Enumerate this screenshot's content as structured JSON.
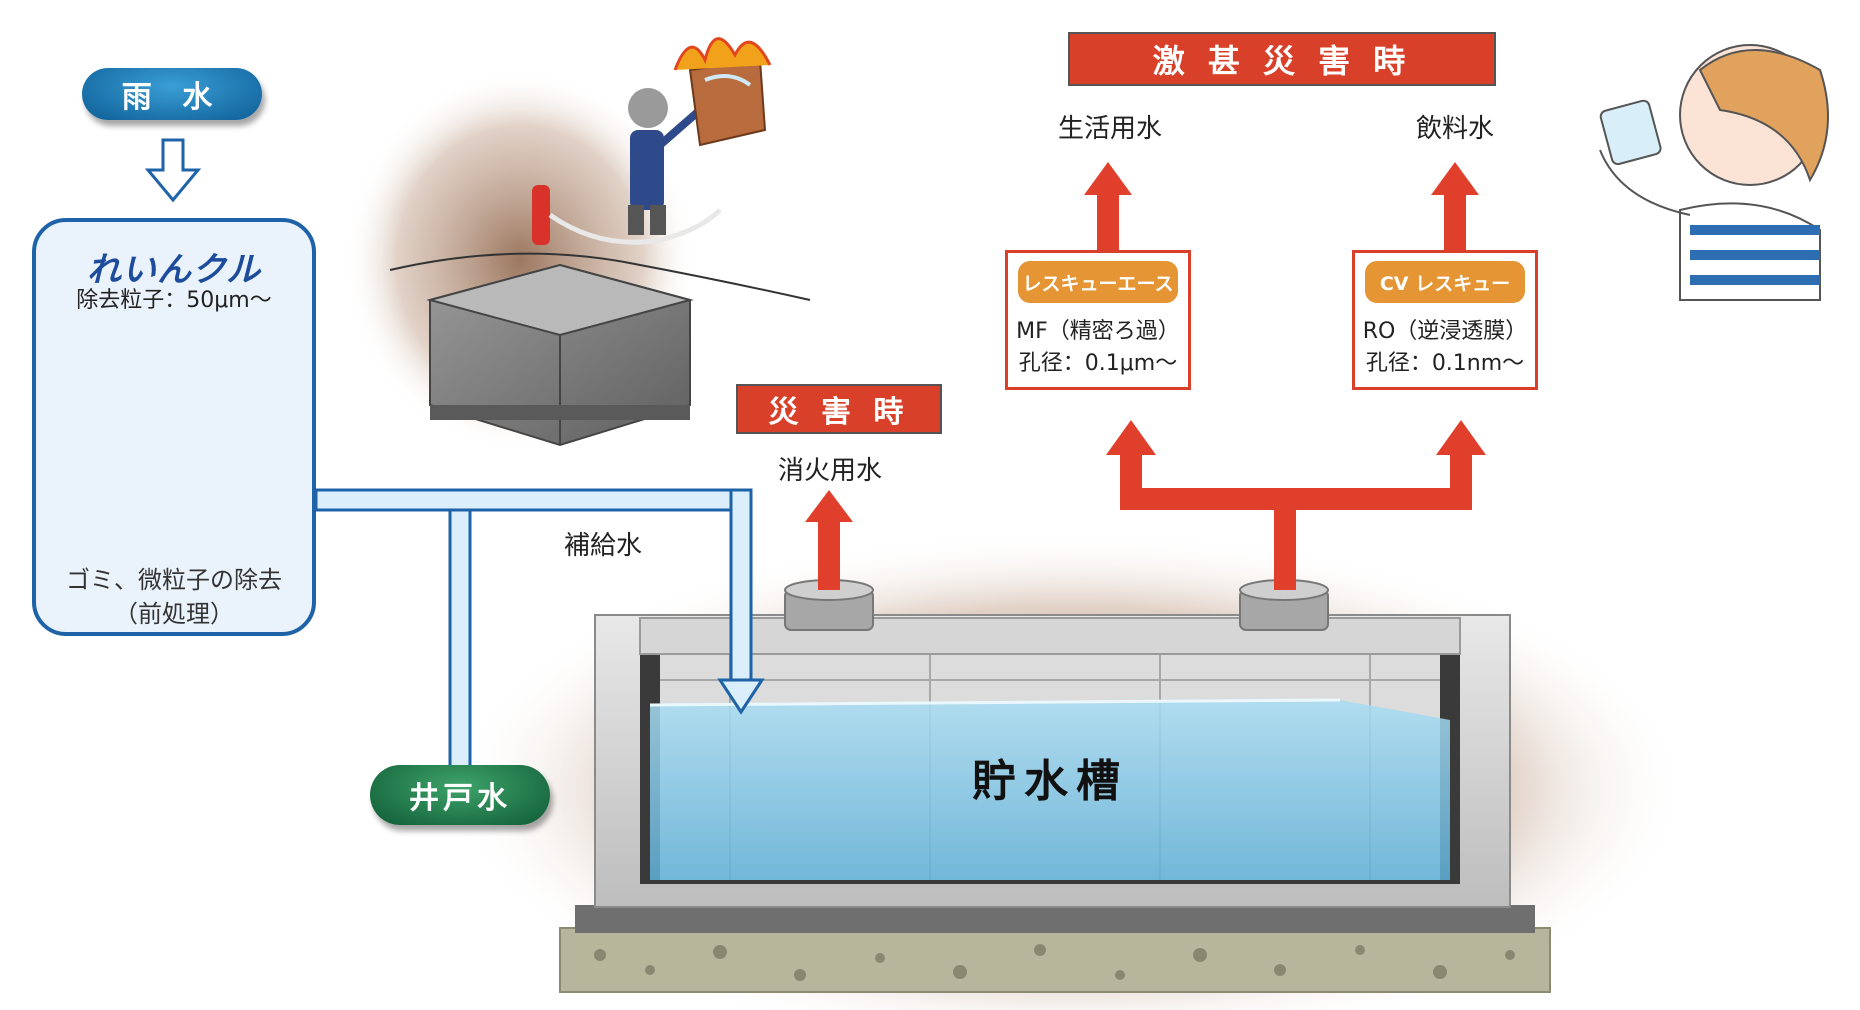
{
  "sources": {
    "rain": "雨 水",
    "well": "井戸水"
  },
  "device": {
    "brand": "れいんクル",
    "spec": "除去粒子：50μm～",
    "desc_line1": "ゴミ、微粒子の除去",
    "desc_line2": "（前処理）"
  },
  "flows": {
    "supply_label": "補給水"
  },
  "disaster": {
    "banner": "災 害 時",
    "use": "消火用水"
  },
  "severe_disaster": {
    "banner": "激 甚 災 害 時",
    "use_left": "生活用水",
    "use_right": "飲料水",
    "panel_left": {
      "badge": "レスキューエース",
      "line1": "MF（精密ろ過）",
      "line2": "孔径：0.1μm～"
    },
    "panel_right": {
      "badge": "CV レスキュー",
      "line1": "RO（逆浸透膜）",
      "line2": "孔径：0.1nm～"
    }
  },
  "tank": {
    "label": "貯水槽"
  },
  "colors": {
    "pipe_blue": "#1e63a8",
    "pipe_fill": "#dbeefc",
    "arrow_red": "#e0402b",
    "badge_orange": "#e59534",
    "water": "#8fd0ee"
  }
}
